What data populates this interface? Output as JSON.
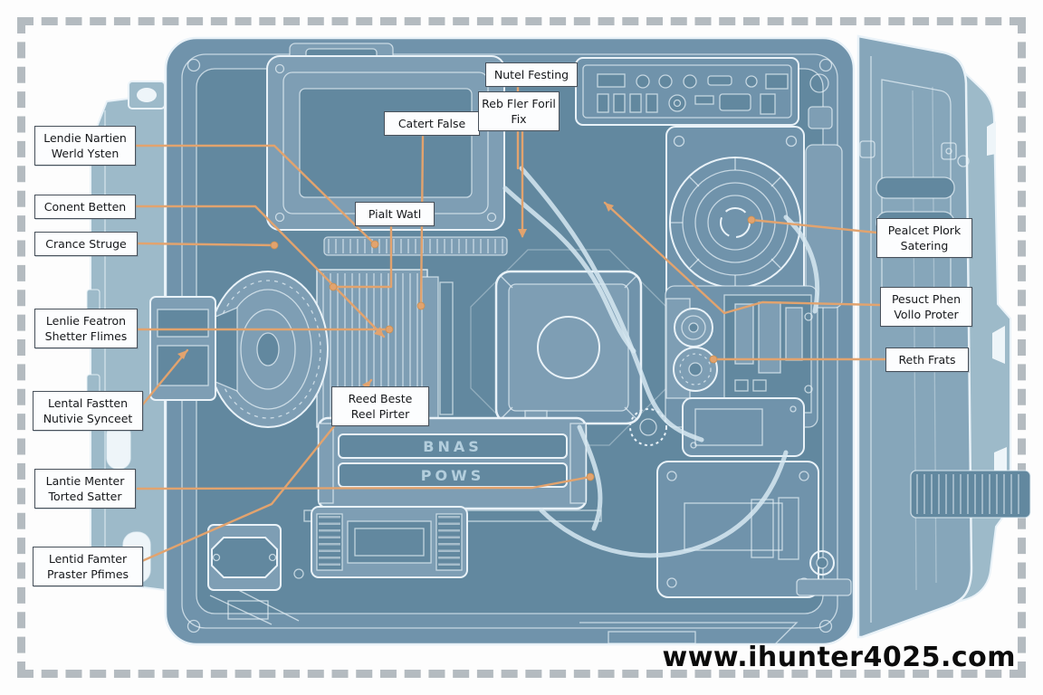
{
  "colors": {
    "blueprint_body": "#7093ab",
    "blueprint_dark": "#62889f",
    "blueprint_light_panel": "#7e9eb4",
    "line_art": "#e9f2f8",
    "leader_line": "#e2a36e",
    "label_background": "#fcfdfe",
    "label_border": "#47505a",
    "label_text": "#16181b",
    "frame_dash": "#b4bbc0",
    "watermark_text_color": "#0b0b0b"
  },
  "watermark": {
    "text": "www.ihunter4025.com"
  },
  "battery": {
    "emboss_line1": "BNAS",
    "emboss_line2": "POWS"
  },
  "callouts": [
    {
      "id": "lendie-nartien",
      "lines": [
        "Lendie Nartien",
        "Werld Ysten"
      ]
    },
    {
      "id": "conent-betten",
      "lines": [
        "Conent Betten"
      ]
    },
    {
      "id": "crance-struge",
      "lines": [
        "Crance Struge"
      ]
    },
    {
      "id": "lenlie-featron",
      "lines": [
        "Lenlie Featron",
        "Shetter Flimes"
      ]
    },
    {
      "id": "lental-fastten",
      "lines": [
        "Lental Fastten",
        "Nutivie Synceet"
      ]
    },
    {
      "id": "lantie-menter",
      "lines": [
        "Lantie Menter",
        "Torted Satter"
      ]
    },
    {
      "id": "lentid-famter",
      "lines": [
        "Lentid Famter",
        "Praster Pfimes"
      ]
    },
    {
      "id": "catert-false",
      "lines": [
        "Catert False"
      ]
    },
    {
      "id": "nutel-festing",
      "lines": [
        "Nutel Festing"
      ]
    },
    {
      "id": "reb-fler-foril",
      "lines": [
        "Reb Fler Foril",
        "Fix"
      ]
    },
    {
      "id": "pialt-watl",
      "lines": [
        "Pialt Watl"
      ]
    },
    {
      "id": "reed-beste",
      "lines": [
        "Reed Beste",
        "Reel Pirter"
      ]
    },
    {
      "id": "pealcet-plork",
      "lines": [
        "Pealcet Plork",
        "Satering"
      ]
    },
    {
      "id": "pesuct-phen",
      "lines": [
        "Pesuct Phen",
        "Vollo Proter"
      ]
    },
    {
      "id": "reth-frats",
      "lines": [
        "Reth Frats"
      ]
    }
  ]
}
